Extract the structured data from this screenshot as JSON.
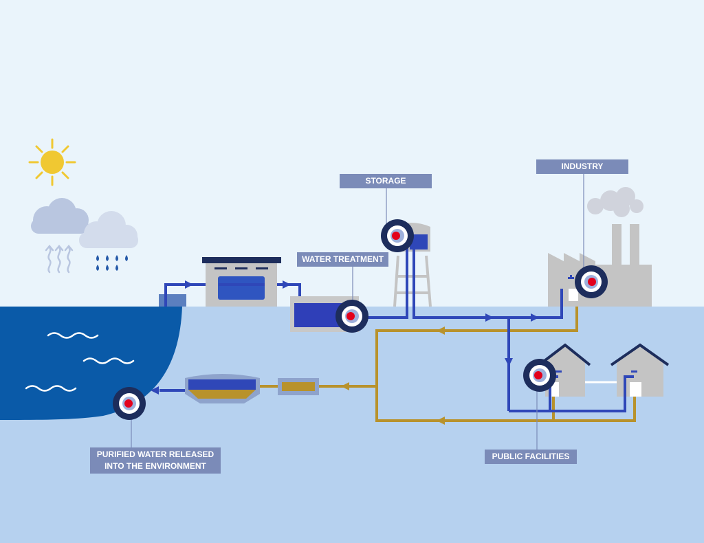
{
  "labels": {
    "storage": "STORAGE",
    "industry": "INDUSTRY",
    "water_treatment": "WATER TREATMENT",
    "public_facilities": "PUBLIC FACILITIES",
    "purified_line1": "PURIFIED WATER RELEASED",
    "purified_line2": "INTO THE ENVIRONMENT"
  },
  "colors": {
    "sky": "#eaf4fb",
    "ground": "#b6d1ef",
    "lake": "#0a5aa8",
    "clean_pipe": "#2f47b8",
    "waste_pipe": "#b8922c",
    "building": "#c4c4c4",
    "label_bg": "#7b8bb8",
    "marker_ring": "#1d2d5c",
    "marker_dot": "#e3001b",
    "sun": "#f0c832"
  },
  "icons": [
    "sun-icon",
    "cloud-icon",
    "rain-cloud-icon",
    "evaporation-icon",
    "water-tower-icon",
    "factory-icon",
    "house-icon",
    "tap-icon",
    "marker-icon"
  ]
}
